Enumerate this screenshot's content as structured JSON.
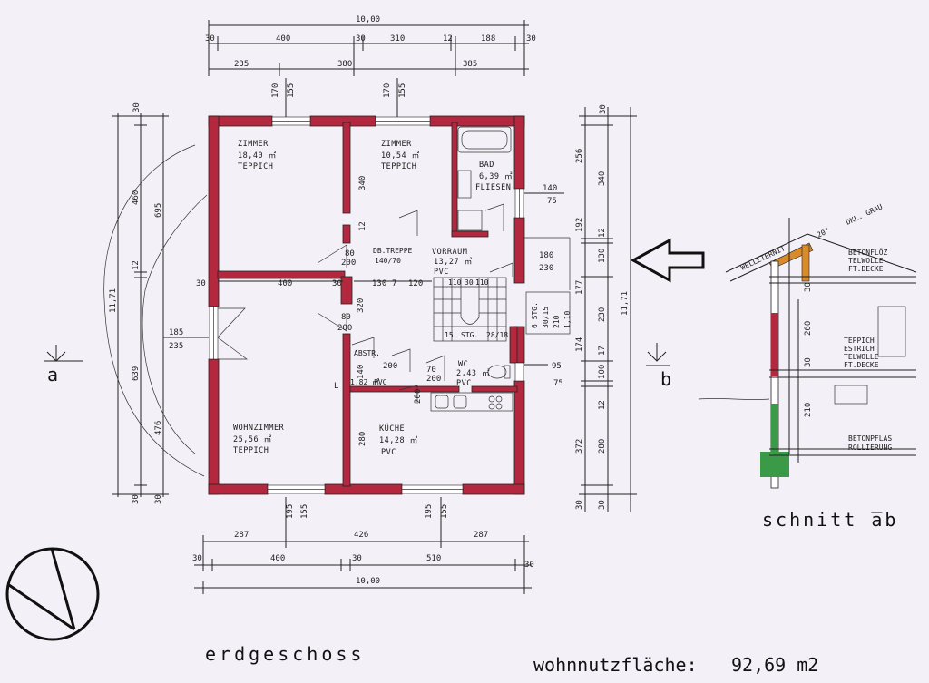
{
  "rooms": [
    {
      "key": "zimmer1",
      "name": "ZIMMER",
      "area": "18,40 ㎡",
      "floor": "TEPPICH"
    },
    {
      "key": "zimmer2",
      "name": "ZIMMER",
      "area": "10,54 ㎡",
      "floor": "TEPPICH"
    },
    {
      "key": "bad",
      "name": "BAD",
      "area": "6,39 ㎡",
      "floor": "FLIESEN"
    },
    {
      "key": "vorraum",
      "name": "VORRAUM",
      "area": "13,27 ㎡",
      "floor": "PVC"
    },
    {
      "key": "wc",
      "name": "WC",
      "area": "2,43 ㎡",
      "floor": "PVC"
    },
    {
      "key": "kueche",
      "name": "KÜCHE",
      "area": "14,28 ㎡",
      "floor": "PVC"
    },
    {
      "key": "wohnzimmer",
      "name": "WOHNZIMMER",
      "area": "25,56 ㎡",
      "floor": "TEPPICH"
    },
    {
      "key": "abstr",
      "name": "ABSTR.",
      "area": "1,82 ㎡",
      "floor": "PVC"
    },
    {
      "key": "dbtreppe",
      "name": "DB.TREPPE",
      "area": "140/70",
      "floor": ""
    }
  ],
  "dims_top": {
    "row1": [
      "10,00"
    ],
    "row2": [
      "30",
      "400",
      "30",
      "310",
      "12",
      "188",
      "30"
    ],
    "row3": [
      "235",
      "380",
      "385"
    ],
    "windows": [
      "170",
      "155",
      "170",
      "155"
    ]
  },
  "dims_bottom": {
    "windows": [
      "195",
      "155",
      "195",
      "155"
    ],
    "row1": [
      "287",
      "426",
      "287"
    ],
    "row2": [
      "30",
      "400",
      "30",
      "510",
      "30"
    ],
    "row3": [
      "10,00"
    ]
  },
  "dims_left": [
    "30",
    "460",
    "12",
    "695",
    "11,71",
    "639",
    "476",
    "30",
    "30"
  ],
  "dims_right": [
    "30",
    "256",
    "340",
    "192",
    "12",
    "130",
    "177",
    "230",
    "174",
    "17",
    "100",
    "12",
    "280",
    "372",
    "11,71",
    "30",
    "30"
  ],
  "dims_inner": [
    "140",
    "75",
    "180",
    "230",
    "400",
    "30",
    "130",
    "7",
    "120",
    "80",
    "200",
    "320",
    "185",
    "235",
    "340",
    "12",
    "80",
    "200",
    "140",
    "200",
    "70",
    "200",
    "95",
    "75",
    "280",
    "200",
    "110",
    "30",
    "110",
    "15",
    "STG.",
    "28/18",
    "6 STG.",
    "30/15",
    "210",
    "1,10"
  ],
  "section": {
    "title": "schnitt a̅b",
    "labels": [
      "WELLETERNIT",
      "20°",
      "DKL. GRAU",
      "BETONFLÖZ",
      "TELWOLLE",
      "FT.DECKE",
      "TEPPICH",
      "ESTRICH",
      "TELWOLLE",
      "FT.DECKE",
      "BETONPFLAS",
      "ROLLIERUNG"
    ],
    "heights": [
      "30",
      "260",
      "30",
      "210"
    ]
  },
  "markers": {
    "a": "a",
    "b": "b"
  },
  "footer": {
    "floor_name": "erdgeschoss",
    "area_label": "wohnnutzfläche:",
    "area_value": "92,69 m2"
  }
}
